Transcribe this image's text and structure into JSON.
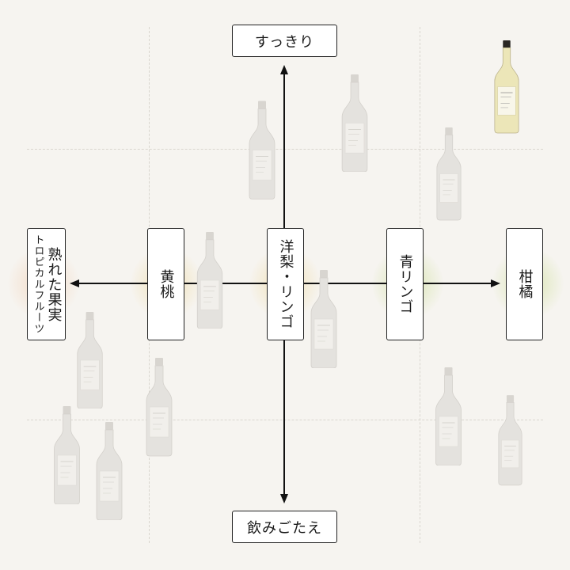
{
  "labels": {
    "top": "すっきり",
    "bottom": "飲みごたえ",
    "left_line1": "熟れた果実",
    "left_line2": "トロピカルフルーツ",
    "peach": "黄桃",
    "center": "洋梨・リンゴ",
    "green_apple": "青リンゴ",
    "citrus": "柑橘"
  },
  "bottles": [
    {
      "name": "bottle-featured",
      "style": "featured"
    },
    {
      "name": "bottle-ghost-1",
      "style": "ghost"
    },
    {
      "name": "bottle-ghost-2",
      "style": "ghost"
    },
    {
      "name": "bottle-ghost-3",
      "style": "ghost"
    },
    {
      "name": "bottle-ghost-4",
      "style": "ghost"
    },
    {
      "name": "bottle-ghost-5",
      "style": "ghost"
    },
    {
      "name": "bottle-ghost-6",
      "style": "ghost"
    },
    {
      "name": "bottle-ghost-7",
      "style": "ghost"
    },
    {
      "name": "bottle-ghost-8",
      "style": "ghost"
    },
    {
      "name": "bottle-ghost-9",
      "style": "ghost"
    },
    {
      "name": "bottle-ghost-10",
      "style": "ghost"
    },
    {
      "name": "bottle-ghost-11",
      "style": "ghost"
    }
  ],
  "colors": {
    "background": "#f6f4f0",
    "axis": "#111111",
    "ghost_bottle": "#e4e2de",
    "featured_wine": "#ece6b8"
  }
}
